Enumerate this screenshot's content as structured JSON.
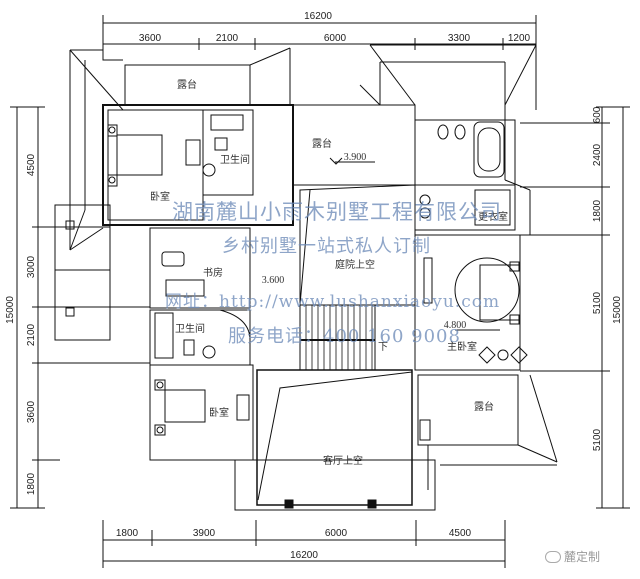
{
  "plan": {
    "title": "Villa second floor plan",
    "dimensions": {
      "top_total": "16200",
      "top_segments": [
        "3600",
        "2100",
        "6000",
        "3300",
        "1200"
      ],
      "bottom_segments": [
        "1800",
        "3900",
        "6000",
        "4500"
      ],
      "bottom_total": "16200",
      "left_total": "15000",
      "left_segments": [
        "4500",
        "3000",
        "2100",
        "3600",
        "1800"
      ],
      "right_total": "15000",
      "right_segments": [
        "600",
        "2400",
        "1800",
        "5100",
        "5100"
      ]
    },
    "rooms": {
      "terrace_top_left": "露台",
      "bedroom_nw": "卧室",
      "bathroom_nw": "卫生间",
      "terrace_center": "露台",
      "elev_terrace": "3.900",
      "study": "书房",
      "elev_study": "3.600",
      "bathroom_w": "卫生间",
      "courtyard_void": "庭院上空",
      "walk_in_closet": "更衣室",
      "master_bedroom": "主卧室",
      "elev_master": "4.800",
      "stair_down": "下",
      "bedroom_sw": "卧室",
      "living_void": "客厅上空",
      "terrace_se": "露台"
    },
    "watermark": {
      "company": "湖南麓山小雨木别墅工程有限公司",
      "slogan": "乡村别墅一站式私人订制",
      "website": "网址：http://www.lushanxiaoyu.com",
      "phone": "服务电话：400 160 9008"
    },
    "badge": {
      "icon": "wechat-icon",
      "label": "麓定制"
    }
  }
}
